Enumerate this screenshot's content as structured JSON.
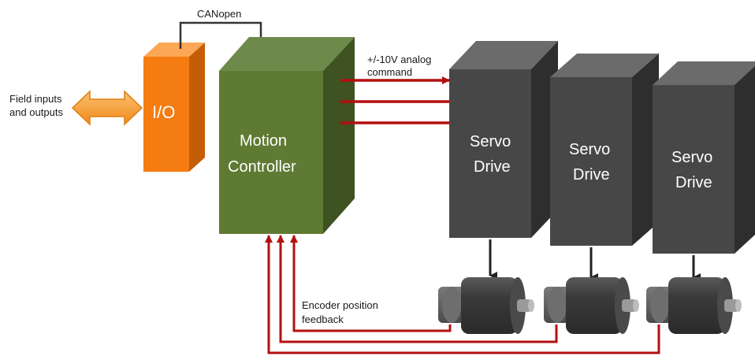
{
  "field_io": {
    "line1": "Field inputs",
    "line2": "and outputs"
  },
  "io_block": {
    "label": "I/O"
  },
  "bus": {
    "label": "CANopen"
  },
  "controller": {
    "line1": "Motion",
    "line2": "Controller"
  },
  "command": {
    "line1": "+/-10V analog",
    "line2": "command"
  },
  "drives": [
    {
      "line1": "Servo",
      "line2": "Drive"
    },
    {
      "line1": "Servo",
      "line2": "Drive"
    },
    {
      "line1": "Servo",
      "line2": "Drive"
    }
  ],
  "encoder": {
    "line1": "Encoder position",
    "line2": "feedback"
  },
  "colors": {
    "io_front": "#f57c11",
    "controller_front": "#5f7a32",
    "drive_front": "#474747",
    "signal": "#b40f0f",
    "arrow_orange": "#f7a03a"
  }
}
